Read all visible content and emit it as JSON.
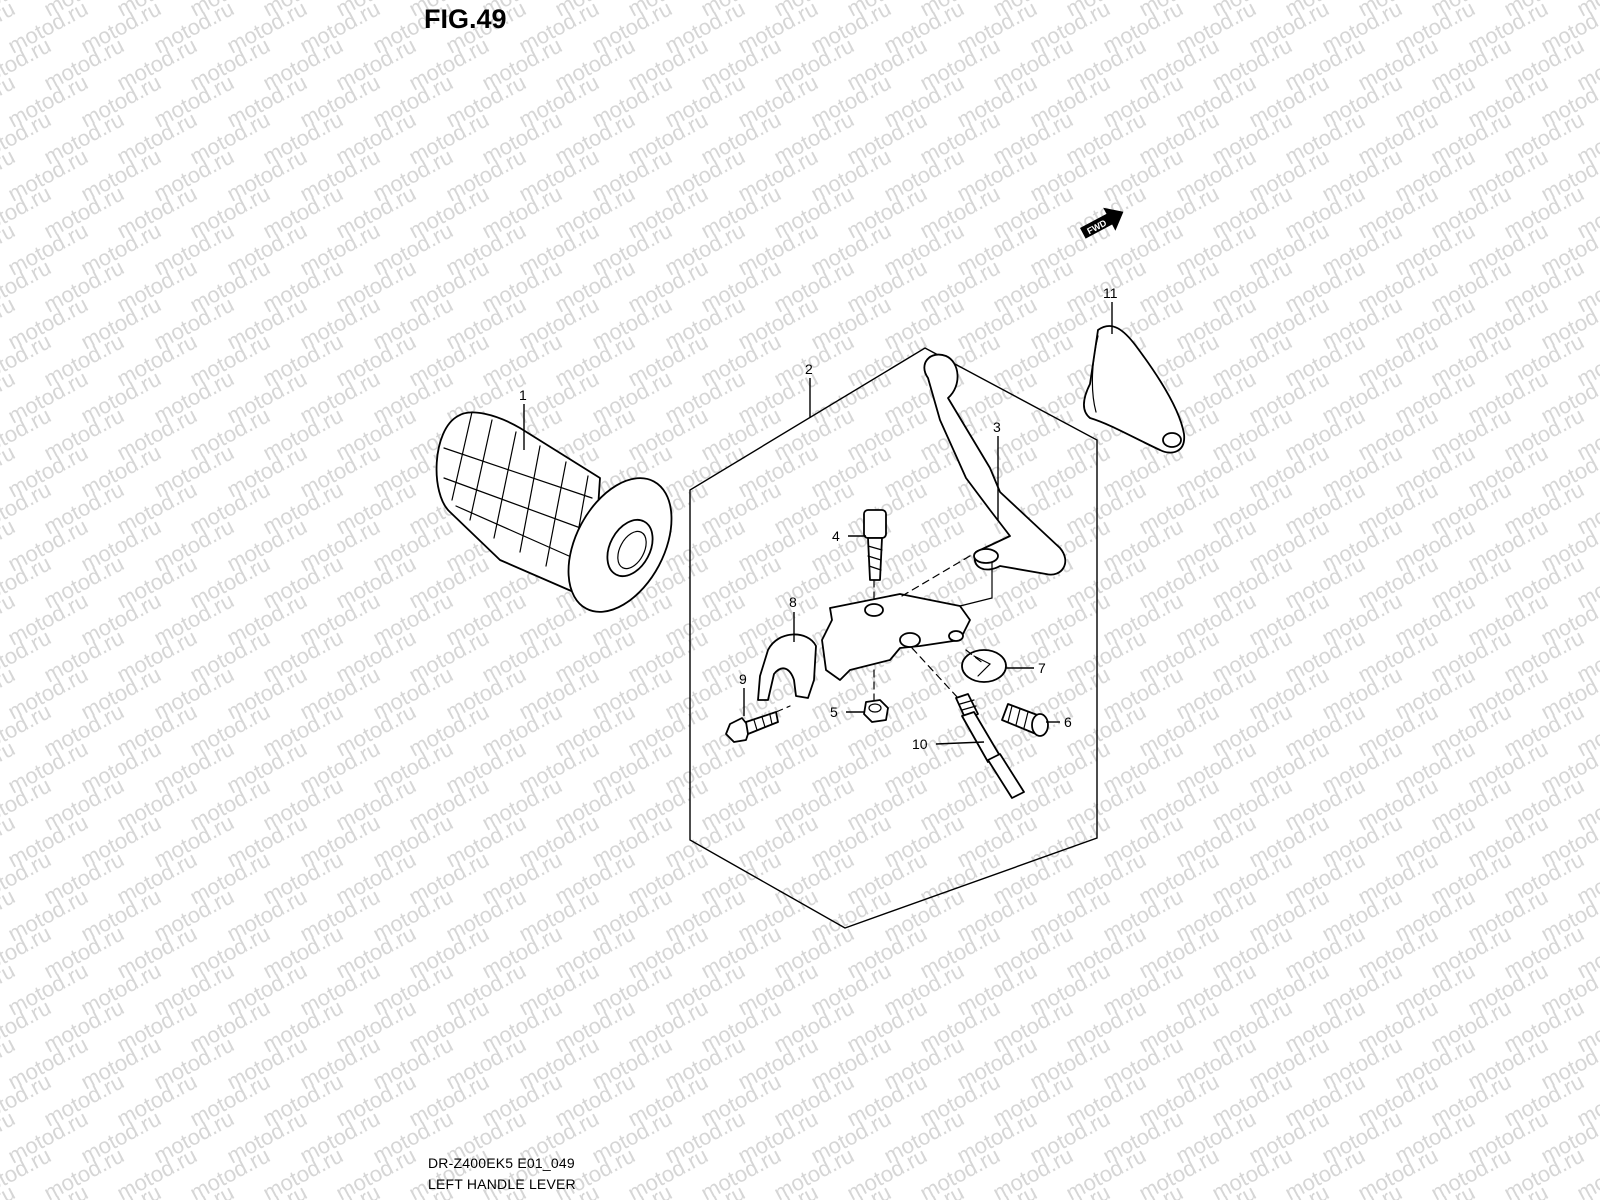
{
  "figure": {
    "title": "FIG.49"
  },
  "watermark": {
    "text": "motod.ru",
    "color": "#d6d6d6"
  },
  "direction_badge": {
    "label": "FWD"
  },
  "callouts": [
    "1",
    "2",
    "3",
    "4",
    "5",
    "6",
    "7",
    "8",
    "9",
    "10",
    "11"
  ],
  "footer": {
    "model_code": "DR-Z400EK5 E01_049",
    "section_title": "LEFT HANDLE LEVER"
  }
}
